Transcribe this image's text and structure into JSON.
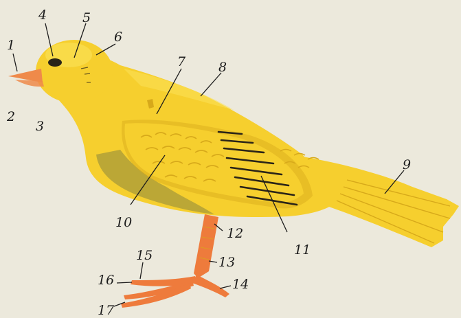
{
  "colors": {
    "paper": "#ece9dc",
    "plumage": "#f6cf2e",
    "plumage_light": "#fbe25a",
    "plumage_shadow": "#d7a91a",
    "belly_shadow": "#a79a3a",
    "beak": "#ef8a4a",
    "legs": "#ee7b3c",
    "feather_marks": "#2a2418",
    "label_ink": "#1c1c1c"
  },
  "labels": [
    {
      "id": "1",
      "text": "1"
    },
    {
      "id": "2",
      "text": "2"
    },
    {
      "id": "3",
      "text": "3"
    },
    {
      "id": "4",
      "text": "4"
    },
    {
      "id": "5",
      "text": "5"
    },
    {
      "id": "6",
      "text": "6"
    },
    {
      "id": "7",
      "text": "7"
    },
    {
      "id": "8",
      "text": "8"
    },
    {
      "id": "9",
      "text": "9"
    },
    {
      "id": "10",
      "text": "10"
    },
    {
      "id": "11",
      "text": "11"
    },
    {
      "id": "12",
      "text": "12"
    },
    {
      "id": "13",
      "text": "13"
    },
    {
      "id": "14",
      "text": "14"
    },
    {
      "id": "15",
      "text": "15"
    },
    {
      "id": "16",
      "text": "16"
    },
    {
      "id": "17",
      "text": "17"
    }
  ]
}
